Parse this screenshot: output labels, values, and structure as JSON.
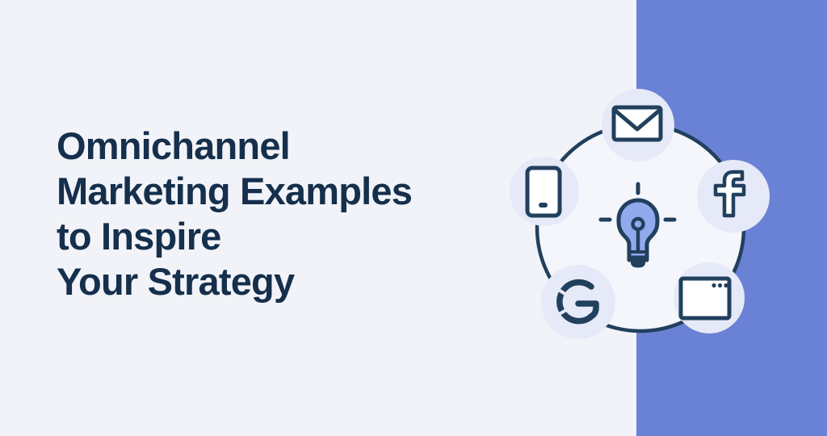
{
  "page": {
    "title": "Omnichannel Marketing Examples to Inspire Your Strategy",
    "background_color": "#f1f3f8",
    "accent_band_color": "#6a82d5",
    "ink_color": "#21405e",
    "headline_color": "#152f4c"
  },
  "headline": {
    "lines": [
      "Omnichannel",
      "Marketing Examples",
      "to Inspire",
      "Your Strategy"
    ]
  },
  "diagram": {
    "ring": {
      "fill": "#f4f6fc",
      "stroke": "#21405e"
    },
    "node_circle_fill": "#e6e9f7",
    "hub": {
      "icon": "lightbulb-icon",
      "fill": "#93a9ee"
    },
    "nodes": [
      {
        "icon": "envelope-icon",
        "position": "top"
      },
      {
        "icon": "smartphone-icon",
        "position": "upper-left"
      },
      {
        "icon": "facebook-icon",
        "position": "upper-right"
      },
      {
        "icon": "google-icon",
        "position": "lower-left"
      },
      {
        "icon": "browser-window-icon",
        "position": "lower-right"
      }
    ]
  }
}
